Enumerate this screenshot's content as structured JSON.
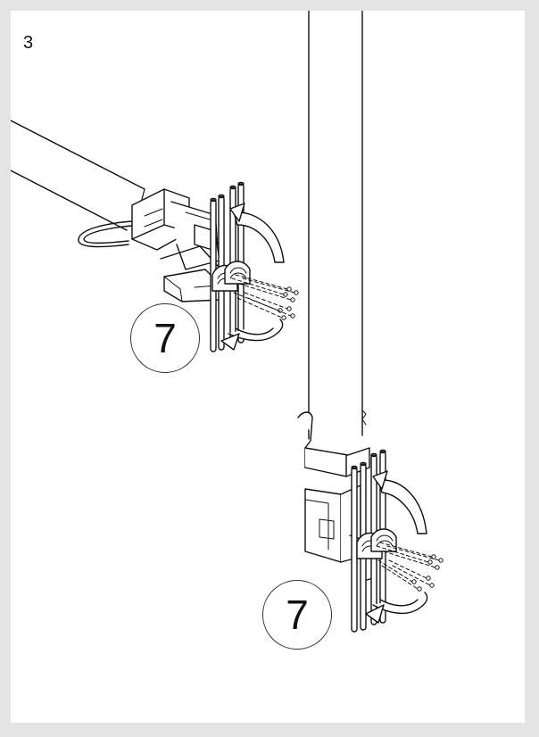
{
  "step": {
    "number": "3"
  },
  "callouts": [
    {
      "label": "7"
    },
    {
      "label": "7"
    }
  ]
}
